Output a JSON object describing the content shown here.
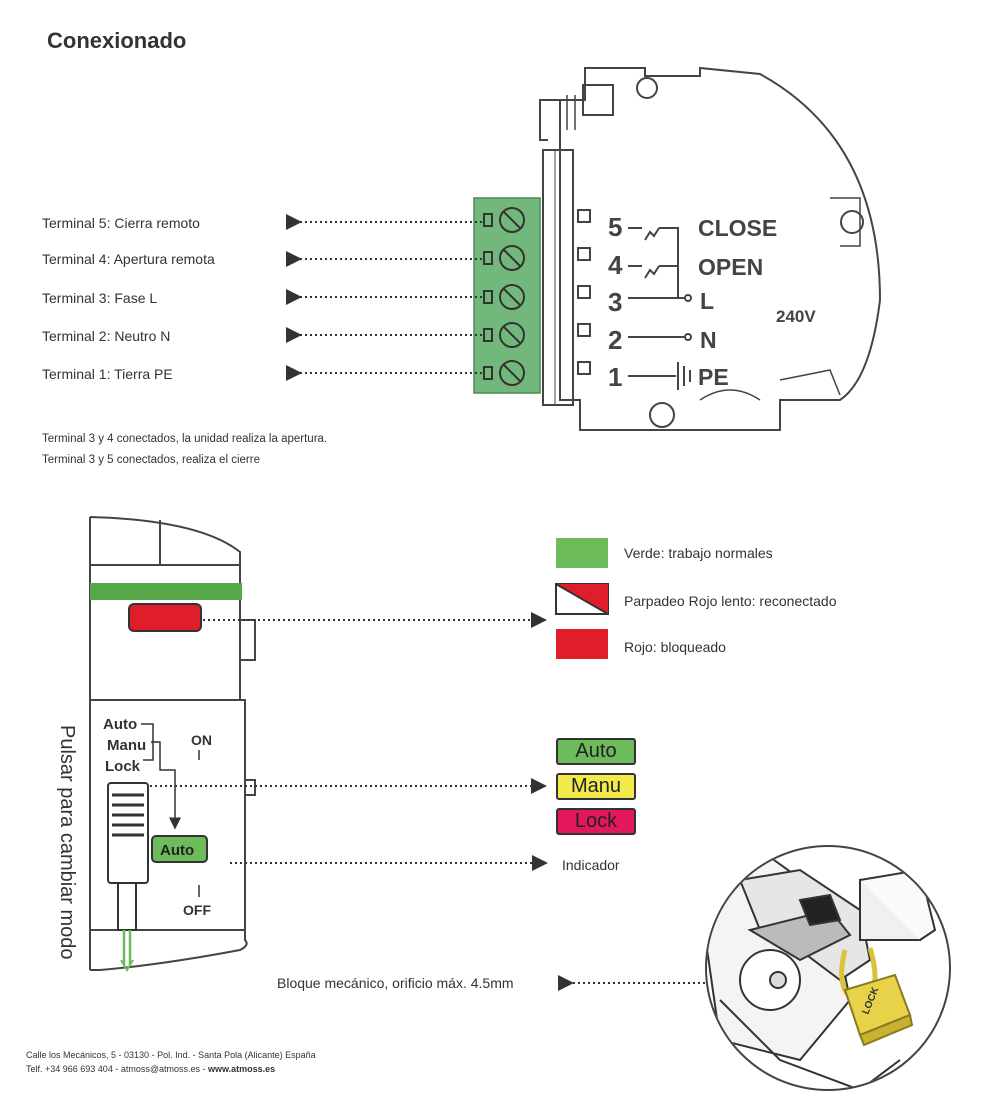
{
  "title": "Conexionado",
  "terminals": [
    {
      "label": "Terminal 5: Cierra remoto"
    },
    {
      "label": "Terminal 4: Apertura remota"
    },
    {
      "label": "Terminal 3: Fase L"
    },
    {
      "label": "Terminal 2: Neutro N"
    },
    {
      "label": "Terminal 1: Tierra PE"
    }
  ],
  "notes": {
    "line1": "Terminal 3 y 4 conectados, la unidad realiza la apertura.",
    "line2": "Terminal 3 y 5 conectados, realiza el cierre"
  },
  "device_top": {
    "pins": [
      {
        "num": "5",
        "name": "CLOSE"
      },
      {
        "num": "4",
        "name": "OPEN"
      },
      {
        "num": "3",
        "name": "L"
      },
      {
        "num": "2",
        "name": "N"
      },
      {
        "num": "1",
        "name": "PE"
      }
    ],
    "voltage": "240V"
  },
  "legend": [
    {
      "label": "Verde: trabajo normales",
      "color": "#6dbb5a"
    },
    {
      "label": "Parpadeo Rojo lento: reconectado",
      "color": "#e01e2b"
    },
    {
      "label": "Rojo: bloqueado",
      "color": "#e01e2b"
    }
  ],
  "device_bottom": {
    "switch_labels": [
      "Auto",
      "Manu",
      "Lock"
    ],
    "on_label": "ON",
    "off_label": "OFF",
    "indicator_text": "Auto",
    "vertical_text": "Pulsar para cambiar modo"
  },
  "modes": [
    {
      "label": "Auto",
      "color": "#6dbb5a"
    },
    {
      "label": "Manu",
      "color": "#f2e94a"
    },
    {
      "label": "Lock",
      "color": "#e2185b"
    }
  ],
  "indicator_label": "Indicador",
  "mechanical_label": "Bloque mecánico, orificio máx. 4.5mm",
  "padlock_text": "LOCK",
  "footer": {
    "line1": "Calle los Mecánicos, 5 - 03130 - Pol. Ind. - Santa Pola (Alicante) España",
    "line2_prefix": "Telf. +34 966 693 404 - atmoss@atmoss.es - ",
    "line2_web": "www.atmoss.es"
  }
}
